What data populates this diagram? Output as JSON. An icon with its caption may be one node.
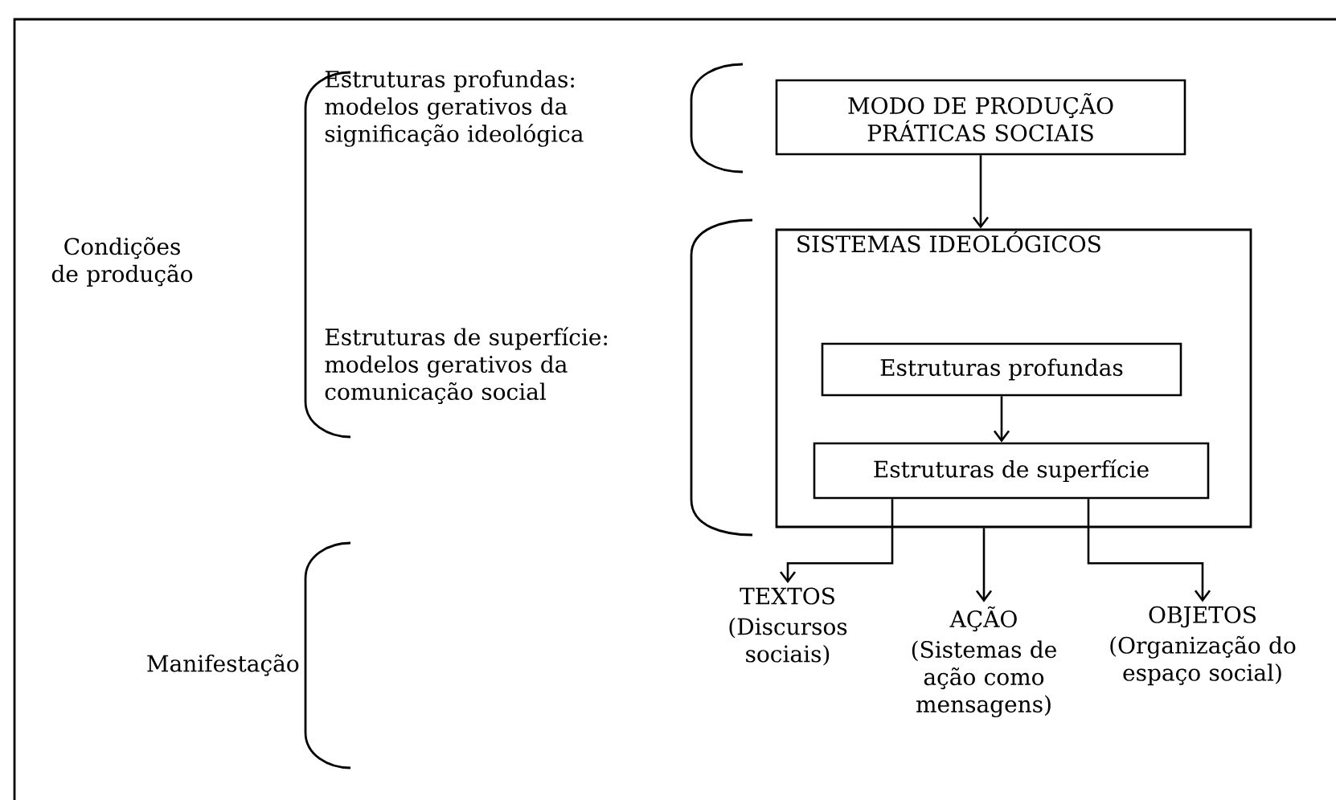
{
  "diagram": {
    "nodes": [
      {
        "text": [
          "MODO DE PRODUÇÃO PRÁTICAS SOCIAIS"
        ]
      },
      {
        "text": [
          "SISTEMAS IDEOLÓGICOS"
        ]
      },
      {
        "text": [
          "Estruturas profundas"
        ],
        "in": 1
      },
      {
        "text": [
          "Estruturas de superfície"
        ],
        "in": 1
      },
      {
        "text": [
          "TEXTOS",
          "(Discursos sociais)"
        ]
      },
      {
        "text": [
          "AÇÃO",
          "(Sistemas de ação como mensagens)"
        ]
      },
      {
        "text": [
          "OBJETOS",
          "(Organização do espaço social)"
        ]
      }
    ],
    "edges": [
      {
        "from": 0,
        "to": 1,
        "arrow": "to"
      },
      {
        "from": 2,
        "to": 3,
        "arrow": "to"
      },
      {
        "from": 3,
        "to": 4,
        "arrow": "to"
      },
      {
        "from": 1,
        "to": 5,
        "arrow": "to"
      },
      {
        "from": 3,
        "to": 6,
        "arrow": "to"
      }
    ],
    "labels": [
      "Estruturas profundas: modelos gerativos da significação ideológica",
      "Condições de produção",
      "Estruturas de superfície: modelos gerativos da comunicação social",
      "Manifestação"
    ]
  }
}
